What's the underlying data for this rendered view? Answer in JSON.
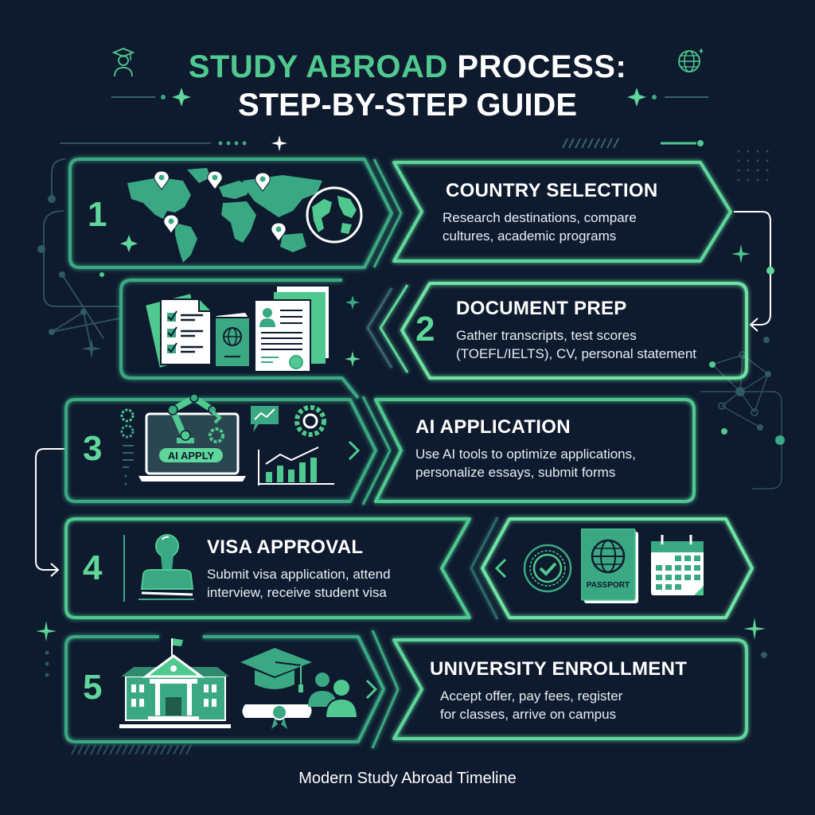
{
  "header": {
    "title_green": "STUDY ABROAD",
    "title_white": "PROCESS:",
    "subtitle": "STEP-BY-STEP GUIDE",
    "left_icon": "graduate-icon",
    "right_icon": "globe-icon"
  },
  "steps": [
    {
      "number": "1",
      "title": "COUNTRY SELECTION",
      "desc_line1": "Research destinations, compare",
      "desc_line2": "cultures, academic programs",
      "icons": [
        "world-map-icon",
        "location-pin-icon",
        "globe-icon"
      ]
    },
    {
      "number": "2",
      "title": "DOCUMENT PREP",
      "desc_line1": "Gather transcripts, test scores",
      "desc_line2": "(TOEFL/IELTS), CV, personal statement",
      "icons": [
        "checklist-document-icon",
        "passport-icon",
        "cv-document-icon"
      ]
    },
    {
      "number": "3",
      "title": "AI APPLICATION",
      "desc_line1": "Use AI tools to optimize applications,",
      "desc_line2": "personalize essays, submit forms",
      "icons": [
        "robot-arm-laptop-icon",
        "gear-icon",
        "trend-chart-icon"
      ],
      "laptop_label": "AI APPLY"
    },
    {
      "number": "4",
      "title": "VISA APPROVAL",
      "desc_line1": "Submit visa application, attend",
      "desc_line2": "interview, receive student visa",
      "icons": [
        "stamp-icon",
        "approved-seal-icon",
        "passport-icon",
        "calendar-icon"
      ],
      "passport_label": "PASSPORT"
    },
    {
      "number": "5",
      "title": "UNIVERSITY ENROLLMENT",
      "desc_line1": "Accept offer, pay fees, register",
      "desc_line2": "for classes, arrive on campus",
      "icons": [
        "university-building-icon",
        "graduation-cap-icon",
        "diploma-icon",
        "students-icon"
      ]
    }
  ],
  "footer": {
    "text": "Modern Study Abroad Timeline"
  },
  "colors": {
    "background": "#0e1a2e",
    "accent": "#4fc98f",
    "accent_bright": "#6ee3a3",
    "accent_dark": "#3aa882",
    "text": "#ffffff"
  }
}
